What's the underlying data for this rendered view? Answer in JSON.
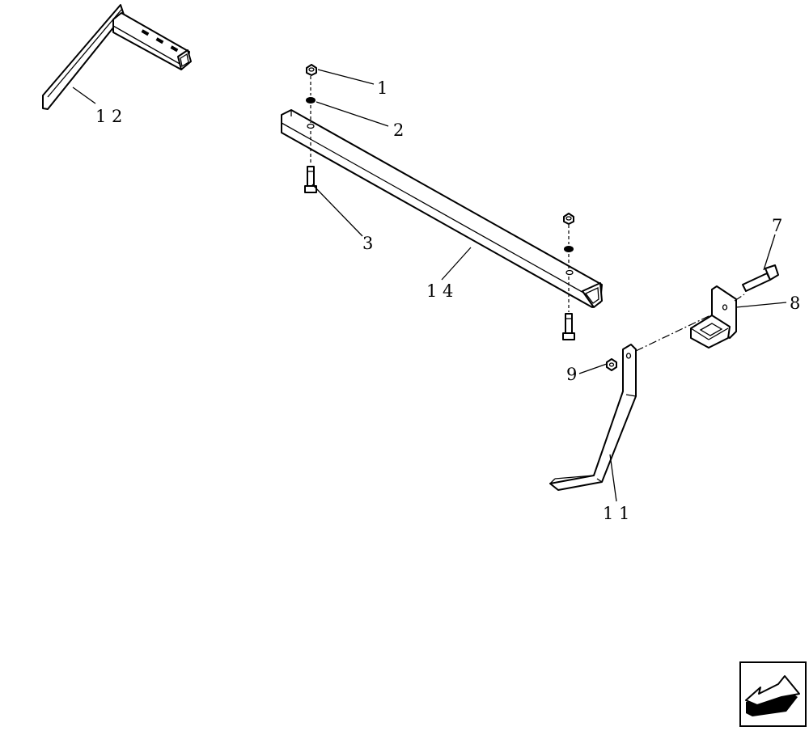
{
  "callouts": {
    "c1": "1",
    "c2": "2",
    "c3": "3",
    "c7": "7",
    "c8": "8",
    "c9": "9",
    "c11": "1 1",
    "c12": "1 2",
    "c14": "1 4"
  },
  "nav": {
    "icon": "back-arrow-icon"
  }
}
